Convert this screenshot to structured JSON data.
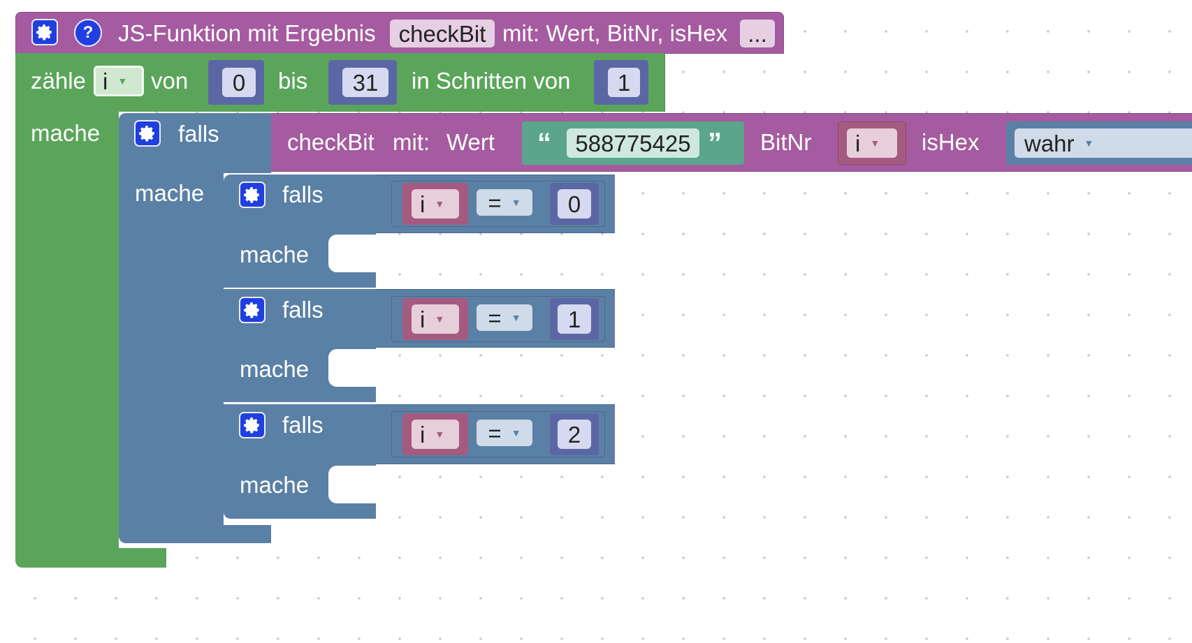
{
  "function_block": {
    "prefix": "JS-Funktion mit Ergebnis",
    "name": "checkBit",
    "params": "mit: Wert, BitNr, isHex",
    "more": "...",
    "help_icon_glyph": "?",
    "color": "#a55b9f"
  },
  "loop_block": {
    "label_count": "zähle",
    "variable": "i",
    "label_from": "von",
    "from_value": "0",
    "label_to": "bis",
    "to_value": "31",
    "label_step": "in Schritten von",
    "step_value": "1",
    "label_do": "mache",
    "color": "#5ba55b"
  },
  "outer_if": {
    "label_if": "falls",
    "label_do": "mache",
    "call": {
      "name": "checkBit",
      "label_with": "mit:",
      "arg1_label": "Wert",
      "arg1_value": "588775425",
      "quote_open": "“",
      "quote_close": "”",
      "arg2_label": "BitNr",
      "arg2_value": "i",
      "arg3_label": "isHex",
      "arg3_value": "wahr"
    },
    "color": "#5b80a5"
  },
  "inner_ifs": [
    {
      "label_if": "falls",
      "var": "i",
      "op": "=",
      "value": "0",
      "label_do": "mache"
    },
    {
      "label_if": "falls",
      "var": "i",
      "op": "=",
      "value": "1",
      "label_do": "mache"
    },
    {
      "label_if": "falls",
      "var": "i",
      "op": "=",
      "value": "2",
      "label_do": "mache"
    }
  ],
  "icons": {
    "gear": "gear-icon",
    "help": "help-icon",
    "dropdown": "dropdown-arrow-icon"
  },
  "colors": {
    "function": "#a55b9f",
    "loop": "#5ba55b",
    "logic": "#5b80a5",
    "variable": "#a55b80",
    "math": "#5b67a5",
    "text": "#5ba58c"
  }
}
